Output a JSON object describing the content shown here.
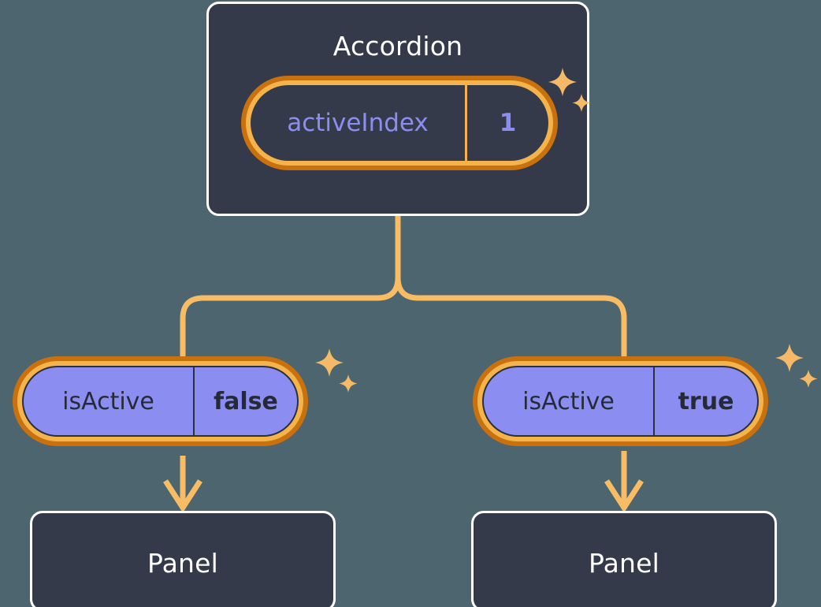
{
  "diagram": {
    "title_node": "Accordion",
    "background_color": "#4c656e",
    "card_color": "#343a4a",
    "card_border_color": "#ffffff",
    "highlight_ring_outer": "#c9700f",
    "highlight_ring_inner": "#f4b44b",
    "connector_color": "#f8bc64",
    "prop_fill_color": "#8b8ef0",
    "prop_text_color": "#252a36",
    "value_text_color": "#8b8ef0"
  },
  "root": {
    "label": "Accordion",
    "prop": {
      "key": "activeIndex",
      "value": "1"
    },
    "sparkle_icon": "sparkles-icon"
  },
  "children": [
    {
      "prop": {
        "key": "isActive",
        "value": "false"
      },
      "panel_label": "Panel",
      "sparkle_icon": "sparkles-icon"
    },
    {
      "prop": {
        "key": "isActive",
        "value": "true"
      },
      "panel_label": "Panel",
      "sparkle_icon": "sparkles-icon"
    }
  ]
}
